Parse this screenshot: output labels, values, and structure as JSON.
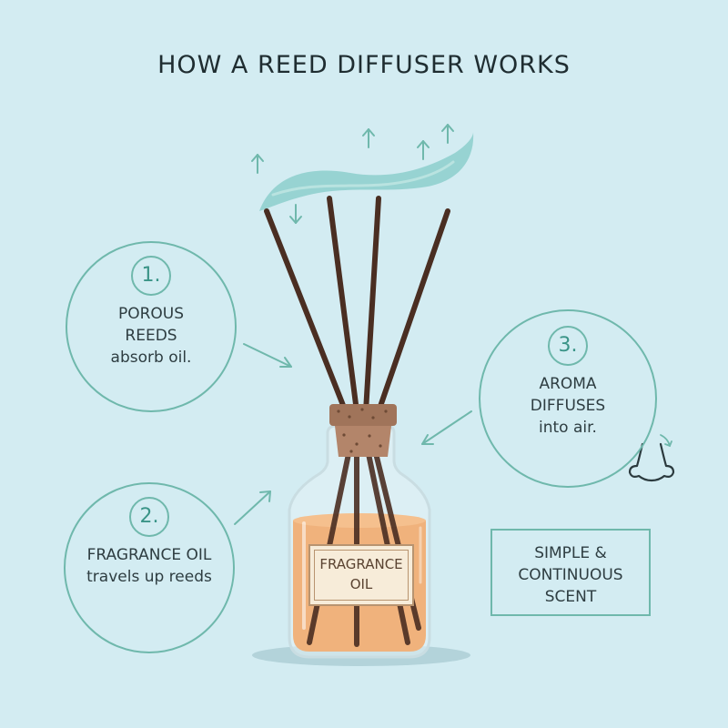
{
  "title": "HOW A REED DIFFUSER WORKS",
  "steps": [
    {
      "number": "1.",
      "lines": [
        "POROUS",
        "REEDS",
        "absorb oil."
      ]
    },
    {
      "number": "2.",
      "lines": [
        "FRAGRANCE OIL",
        "travels up reeds"
      ]
    },
    {
      "number": "3.",
      "lines": [
        "AROMA",
        "DIFFUSES",
        "into air."
      ]
    }
  ],
  "bottle_label": {
    "lines": [
      "FRAGRANCE",
      "OIL"
    ]
  },
  "note": {
    "lines": [
      "SIMPLE &",
      "CONTINUOUS",
      "SCENT"
    ]
  },
  "icons": [
    "airflow-wave-icon",
    "up-arrow-icon",
    "down-arrow-icon",
    "nose-icon",
    "pointer-arrow-icon"
  ],
  "colors": {
    "background": "#d3ecf2",
    "accent": "#6fb8ac",
    "wave": "#8ccfcc",
    "reed": "#4a2e22",
    "cork": "#a0745a",
    "oil": "#f0b27c"
  }
}
